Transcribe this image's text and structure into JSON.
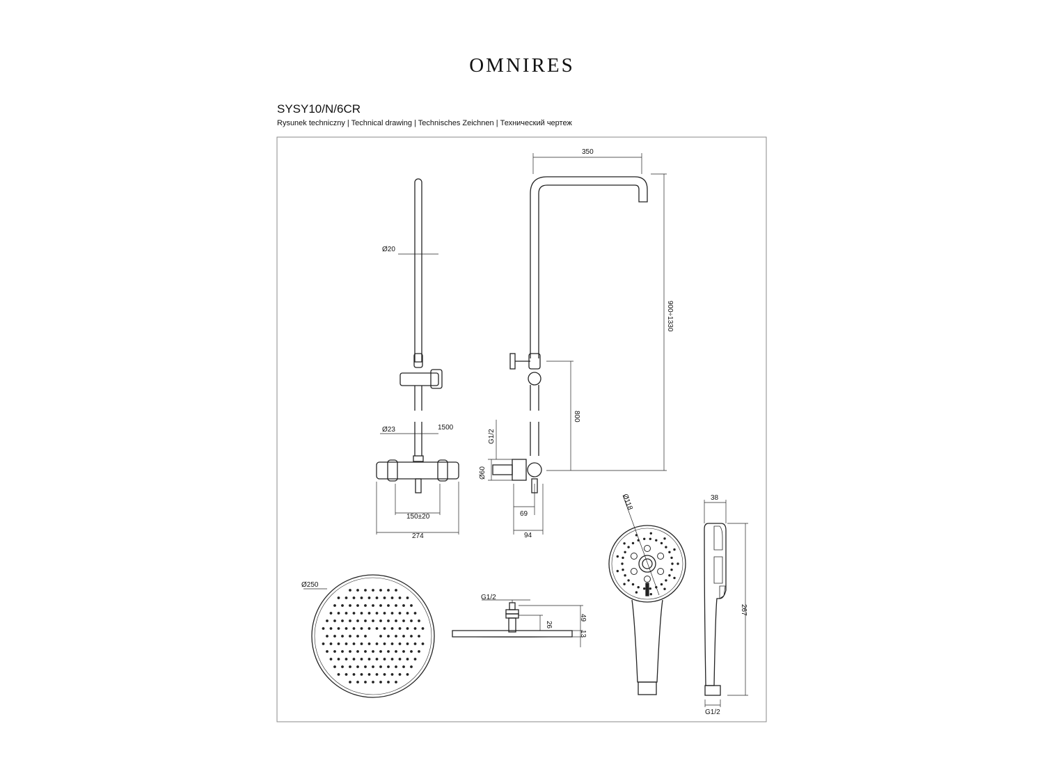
{
  "brand": "OMNIRES",
  "product_code": "SYSY10/N/6CR",
  "subtitle": "Rysunek techniczny | Technical drawing | Technisches Zeichnen | Технический чертеж",
  "dimensions": {
    "rail_diameter": "Ø20",
    "overhead_reach": "350",
    "height_range": "900÷1330",
    "outlet_height": "800",
    "mixer_body_diameter": "Ø23",
    "rail_length": "1500",
    "inlet_thread": "G1/2",
    "connector_diameter": "Ø60",
    "spacing": "150±20",
    "mixer_width": "274",
    "depth_a": "69",
    "depth_b": "94",
    "head_diameter": "Ø250",
    "head_thread": "G1/2",
    "head_height": "49",
    "head_neck": "26",
    "head_thickness": "13",
    "hand_diameter": "Ø118",
    "hand_depth": "38",
    "hand_length": "267",
    "hand_thread": "G1/2"
  },
  "colors": {
    "line": "#222222",
    "frame": "#888888"
  }
}
